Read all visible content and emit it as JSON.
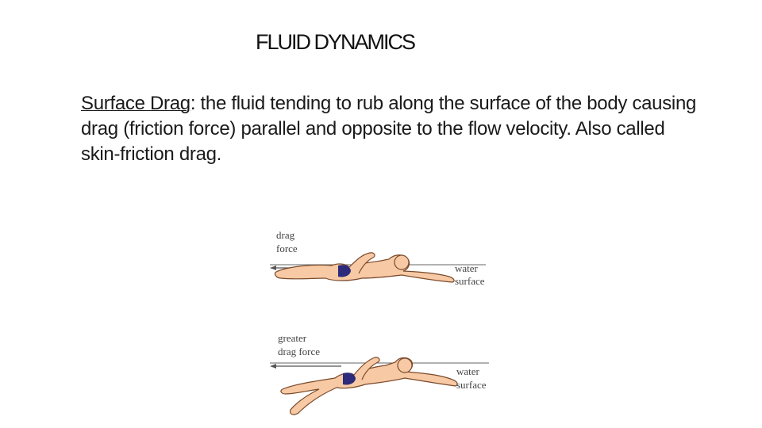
{
  "slide": {
    "title": "FLUID DYNAMICS",
    "term": "Surface Drag",
    "definition": ": the fluid tending to rub along the surface of the body causing drag (friction force) parallel and opposite to the flow velocity.  Also called skin-friction drag."
  },
  "figure": {
    "top": {
      "force_line1": "drag",
      "force_line2": "force",
      "surface_line1": "water",
      "surface_line2": "surface"
    },
    "bottom": {
      "force_line1": "greater",
      "force_line2": "drag force",
      "surface_line1": "water",
      "surface_line2": "surface"
    },
    "colors": {
      "skin": "#f7c9a4",
      "outline": "#7a4a2a",
      "swimsuit": "#2c2a7a",
      "arrow": "#555555"
    }
  }
}
